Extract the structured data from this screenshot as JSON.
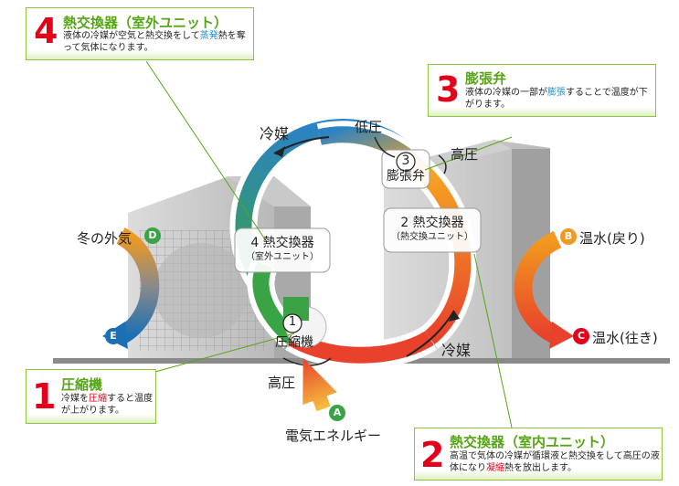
{
  "colors": {
    "accent_green": "#8cc63f",
    "title_green": "#57a517",
    "step_red": "#e3001b",
    "highlight_blue": "#1a8fd6",
    "flow_orange": "#f29a1f",
    "flow_blue": "#1b6fb3",
    "letter_green": "#3aa346",
    "outdoor_air_color": "#f29a1f",
    "warm_water_color": "#e8412c"
  },
  "boxes": {
    "step4": {
      "number": "4",
      "title": "熱交換器（室外ユニット）",
      "desc_1": "液体の冷媒が空気と熱交換をして",
      "desc_hl": "蒸発",
      "desc_2": "熱を奪って気体になります。"
    },
    "step3": {
      "number": "3",
      "title": "膨張弁",
      "desc_1": "液体の冷媒の一部が",
      "desc_hl": "膨張",
      "desc_2": "することで温度が下がります。"
    },
    "step1": {
      "number": "1",
      "title": "圧縮機",
      "desc_1": "冷媒を",
      "desc_hl": "圧縮",
      "desc_2": "すると温度が上がります。"
    },
    "step2": {
      "number": "2",
      "title": "熱交換器（室内ユニット）",
      "desc_1": "高温で気体の冷媒が循環液と熱交換をして高圧の液体になり",
      "desc_hl": "凝縮",
      "desc_2": "熱を放出します。"
    }
  },
  "components": {
    "expansion_valve": {
      "num": "3",
      "name": "膨張弁"
    },
    "outdoor_hx": {
      "name": "4 熱交換器",
      "sub": "（室外ユニット）"
    },
    "indoor_hx": {
      "name": "2 熱交換器",
      "sub": "（熱交換ユニット）"
    },
    "compressor": {
      "num": "1",
      "name": "圧縮機"
    }
  },
  "labels": {
    "refrigerant_top": "冷媒",
    "refrigerant_bottom": "冷媒",
    "low_pressure": "低圧",
    "high_pressure_top": "高圧",
    "high_pressure_bottom": "高圧",
    "electric_energy": "電気エネルギー",
    "winter_air": "冬の外気",
    "warm_water_return": "温水(戻り)",
    "warm_water_supply": "温水(往き)"
  },
  "letters": {
    "a": "A",
    "b": "B",
    "c": "C",
    "d": "D",
    "e": "E"
  }
}
